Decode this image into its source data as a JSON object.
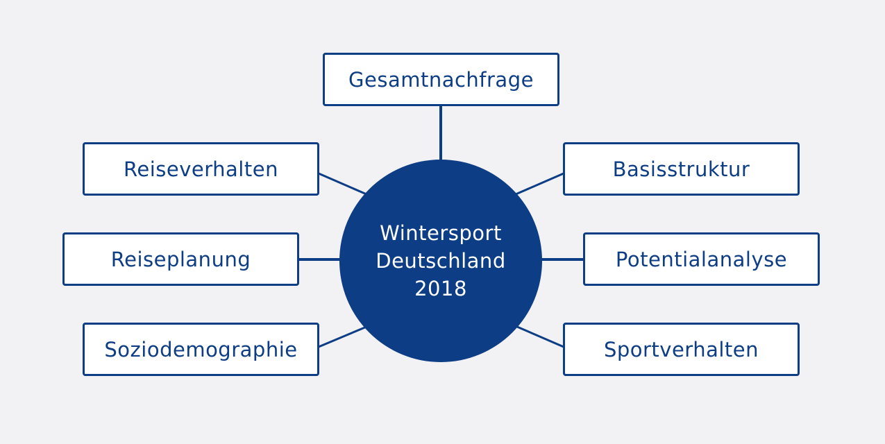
{
  "colors": {
    "background": "#f2f2f4",
    "primary": "#0d3d84",
    "box_fill": "#ffffff",
    "center_text": "#ffffff"
  },
  "center": {
    "lines": [
      "Wintersport",
      "Deutschland",
      "2018"
    ]
  },
  "nodes": [
    {
      "id": "gesamtnachfrage",
      "label": "Gesamtnachfrage",
      "position": "top"
    },
    {
      "id": "reiseverhalten",
      "label": "Reiseverhalten",
      "position": "upper-left"
    },
    {
      "id": "basisstruktur",
      "label": "Basisstruktur",
      "position": "upper-right"
    },
    {
      "id": "reiseplanung",
      "label": "Reiseplanung",
      "position": "middle-left"
    },
    {
      "id": "potentialanalyse",
      "label": "Potentialanalyse",
      "position": "middle-right"
    },
    {
      "id": "soziodemographie",
      "label": "Soziodemographie",
      "position": "lower-left"
    },
    {
      "id": "sportverhalten",
      "label": "Sportverhalten",
      "position": "lower-right"
    }
  ]
}
